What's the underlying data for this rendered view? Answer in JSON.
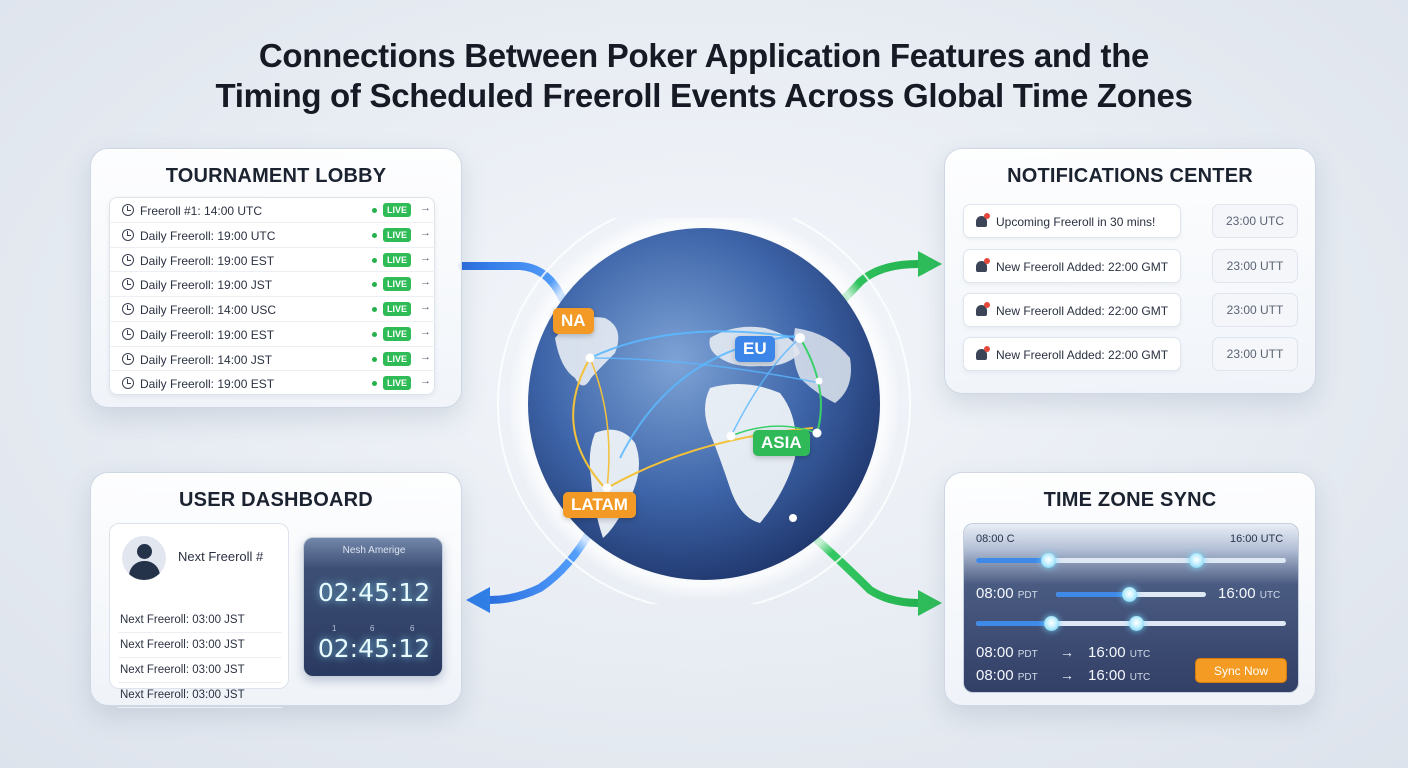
{
  "title": {
    "line1": "Connections Between Poker Application Features and the",
    "line2": "Timing of Scheduled Freeroll Events Across Global Time Zones"
  },
  "lobby": {
    "title": "TOURNAMENT LOBBY",
    "live_label": "LIVE",
    "rows": [
      "Freeroll #1: 14:00 UTC",
      "Daily Freeroll: 19:00 UTC",
      "Daily Freeroll: 19:00 EST",
      "Daily Freeroll: 19:00 JST",
      "Daily Freeroll: 14:00 USC",
      "Daily Freeroll: 19:00 EST",
      "Daily Freeroll: 14:00 JST",
      "Daily Freeroll: 19:00 EST"
    ]
  },
  "dashboard": {
    "title": "USER DASHBOARD",
    "next_title": "Next Freeroll #",
    "rows": [
      "Next Freeroll: 03:00 JST",
      "Next Freeroll: 03:00 JST",
      "Next Freeroll: 03:00 JST",
      "Next Freeroll: 03:00 JST"
    ],
    "timer_label": "Nesh Amerige",
    "timer1": "02:45:12",
    "timer2": "02:45:12",
    "ticks": [
      "1",
      "6",
      "6"
    ]
  },
  "notifications": {
    "title": "NOTIFICATIONS CENTER",
    "items": [
      {
        "text": "Upcoming Freeroll in 30 mins!",
        "time": "23:00 UTC"
      },
      {
        "text": "New Freeroll Added: 22:00 GMT",
        "time": "23:00 UTT"
      },
      {
        "text": "New Freeroll Added: 22:00 GMT",
        "time": "23:00 UTT"
      },
      {
        "text": "New Freeroll Added: 22:00 GMT",
        "time": "23:00 UTT"
      }
    ]
  },
  "timezone": {
    "title": "TIME ZONE SYNC",
    "top_left": "08:00 C",
    "top_right": "16:00 UTC",
    "row2_left": "08:00",
    "row2_left_unit": "PDT",
    "row2_right": "16:00",
    "row2_right_unit": "UTC",
    "conv1_left": "08:00",
    "conv1_left_unit": "PDT",
    "conv1_right": "16:00",
    "conv1_right_unit": "UTC",
    "conv2_left": "08:00",
    "conv2_left_unit": "PDT",
    "conv2_right": "16:00",
    "conv2_right_unit": "UTC",
    "arrow": "→",
    "sync_label": "Sync Now"
  },
  "globe": {
    "regions": [
      "NA",
      "EU",
      "ASIA",
      "LATAM"
    ]
  },
  "colors": {
    "blue_connector": "#2f7fe6",
    "green_connector": "#2fbd5a",
    "na": "#f39a26",
    "eu": "#3b86e8",
    "asia": "#2fb957",
    "latam": "#f39a26",
    "live": "#2fbb55",
    "sync_button": "#f49b23"
  }
}
